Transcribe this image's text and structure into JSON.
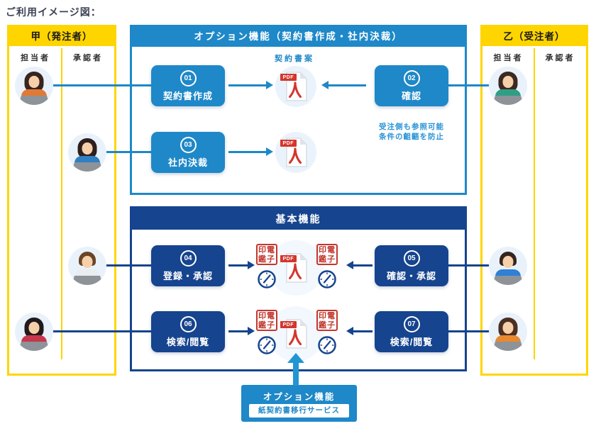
{
  "page": {
    "title": "ご利用イメージ図："
  },
  "colors": {
    "primary_blue": "#1E88C8",
    "navy": "#16448E",
    "yellow": "#FFD500",
    "stamp_red": "#C3372E",
    "pdf_red": "#D3362D"
  },
  "party_a": {
    "title": "甲（発注者）",
    "role_left": "担当者",
    "role_right": "承認者"
  },
  "party_b": {
    "title": "乙（受注者）",
    "role_left": "担当者",
    "role_right": "承認者"
  },
  "option_section": {
    "title": "オプション機能（契約書作成・社内決裁）",
    "doc_label": "契約書案",
    "note_line1": "受注側も参照可能",
    "note_line2": "条件の齟齬を防止",
    "steps": {
      "s01": {
        "num": "01",
        "label": "契約書作成"
      },
      "s02": {
        "num": "02",
        "label": "確認"
      },
      "s03": {
        "num": "03",
        "label": "社内決裁"
      }
    }
  },
  "basic_section": {
    "title": "基本機能",
    "steps": {
      "s04": {
        "num": "04",
        "label": "登録・承認"
      },
      "s05": {
        "num": "05",
        "label": "確認・承認"
      },
      "s06": {
        "num": "06",
        "label": "検索/閲覧"
      },
      "s07": {
        "num": "07",
        "label": "検索/閲覧"
      }
    }
  },
  "bottom_option": {
    "title": "オプション機能",
    "service_label": "紙契約書移行サービス"
  },
  "icons": {
    "pdf_badge": "PDF",
    "stamp_row1": "印電",
    "stamp_row2": "鑑子"
  },
  "avatars": {
    "l1": {
      "hair": "#3A2420",
      "shirt": "#E07A35",
      "hairstyle": "long"
    },
    "l2": {
      "hair": "#2E1F1D",
      "shirt": "#2F7FC1",
      "hairstyle": "long"
    },
    "l3": {
      "hair": "#6B4328",
      "shirt": "#E9EDF0",
      "hairstyle": "short"
    },
    "l4": {
      "hair": "#201A1C",
      "shirt": "#C9354D",
      "hairstyle": "long"
    },
    "r1": {
      "hair": "#3B2A22",
      "shirt": "#2E9F84",
      "hairstyle": "long"
    },
    "r3": {
      "hair": "#35251D",
      "shirt": "#2F80D6",
      "hairstyle": "short"
    },
    "r4": {
      "hair": "#4A2F22",
      "shirt": "#E8892F",
      "hairstyle": "long"
    }
  }
}
